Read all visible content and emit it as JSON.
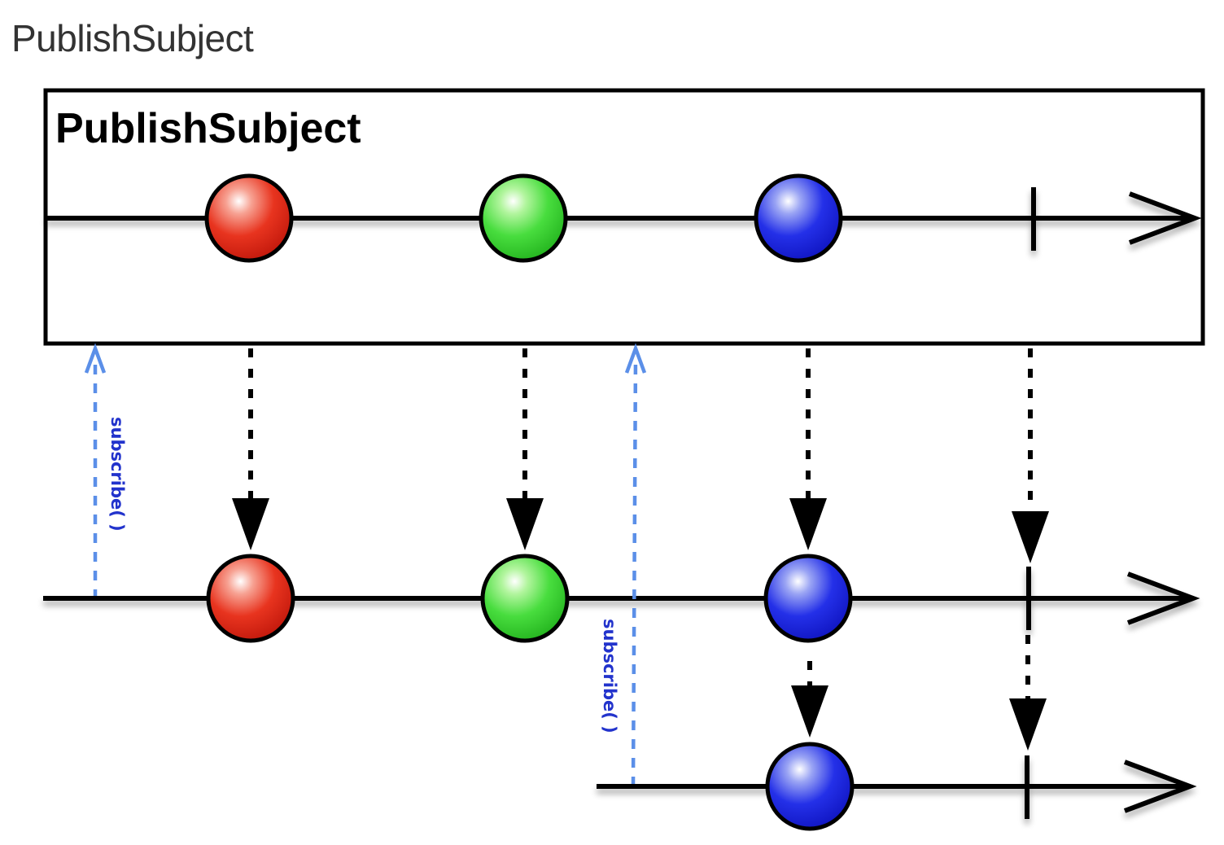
{
  "page": {
    "heading": "PublishSubject"
  },
  "diagram": {
    "box_title": "PublishSubject",
    "subscribe_label_1": "subscribe( )",
    "subscribe_label_2": "subscribe( )",
    "colors": {
      "red": "#e8281a",
      "green": "#2ed32a",
      "blue": "#1a1fe0",
      "line": "#000000",
      "subscribe_arrow": "#5b8fe8",
      "subscribe_text": "#2233cc"
    },
    "source_items": [
      "red",
      "green",
      "blue"
    ],
    "observer_1_items": [
      "red",
      "green",
      "blue"
    ],
    "observer_2_items": [
      "blue"
    ],
    "completion": true
  }
}
